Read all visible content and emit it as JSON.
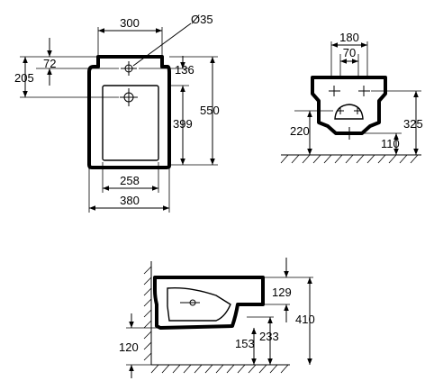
{
  "front_view": {
    "top_width": "300",
    "hole_diameter": "Ø35",
    "left_small": "72",
    "left_total": "205",
    "right_top": "136",
    "right_inner": "399",
    "right_total": "550",
    "bottom_inner": "258",
    "bottom_total": "380"
  },
  "back_view": {
    "top_outer": "180",
    "top_inner": "70",
    "left_height": "220",
    "right_height": "325",
    "right_low": "110"
  },
  "side_view": {
    "top_right": "129",
    "total_height": "410",
    "left_low": "120",
    "mid_a": "153",
    "mid_b": "233"
  }
}
